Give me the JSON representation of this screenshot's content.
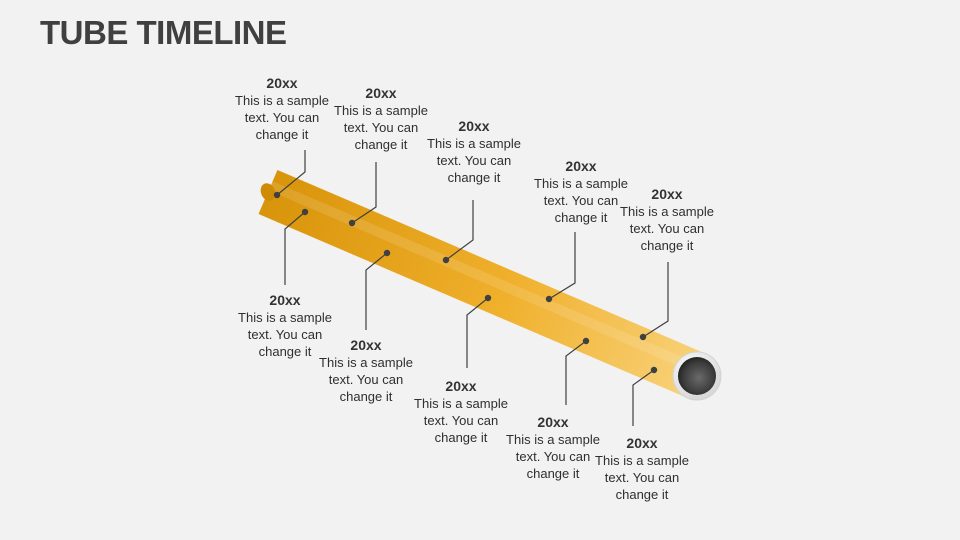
{
  "title": "TUBE TIMELINE",
  "colors": {
    "tube_start": "#d8940a",
    "tube_end": "#f7cd6a",
    "leader": "#404040",
    "background": "#f2f2f2"
  },
  "milestones": [
    {
      "year": "20xx",
      "text": "This is a sample text. You can change it"
    },
    {
      "year": "20xx",
      "text": "This is a sample text. You can change it"
    },
    {
      "year": "20xx",
      "text": "This is a sample text. You can change it"
    },
    {
      "year": "20xx",
      "text": "This is a sample text. You can change it"
    },
    {
      "year": "20xx",
      "text": "This is a sample text. You can change it"
    },
    {
      "year": "20xx",
      "text": "This is a sample text. You can change it"
    },
    {
      "year": "20xx",
      "text": "This is a sample text. You can change it"
    },
    {
      "year": "20xx",
      "text": "This is a sample text. You can change it"
    },
    {
      "year": "20xx",
      "text": "This is a sample text. You can change it"
    },
    {
      "year": "20xx",
      "text": "This is a sample text. You can change it"
    }
  ]
}
